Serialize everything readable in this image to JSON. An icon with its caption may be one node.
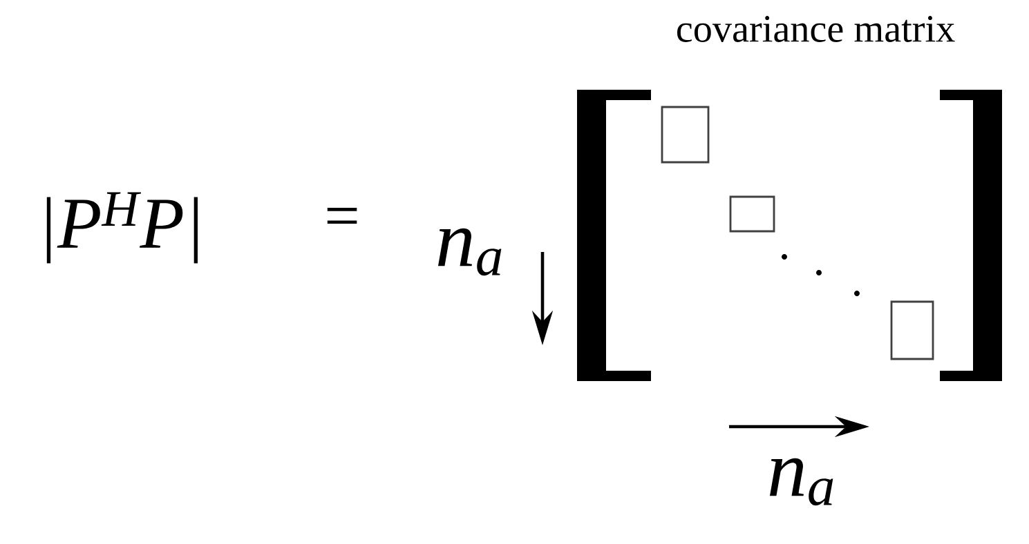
{
  "diagram": {
    "labels": [
      "covariance matrix",
      "|P$^{H}$P|",
      "=",
      "n$_{a}$",
      "n$_{a}$"
    ]
  }
}
